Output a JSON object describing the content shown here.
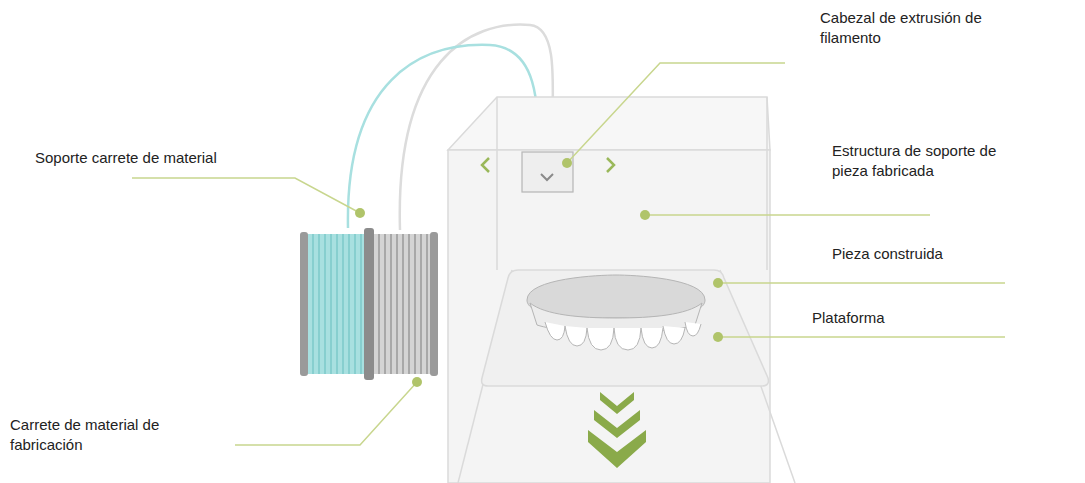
{
  "diagram": {
    "labels": [
      "Cabezal de extrusión de filamento",
      "Soporte carrete de material",
      "Estructura de soporte de pieza fabricada",
      "Pieza construida",
      "Plataforma",
      "Carrete de material de fabricación"
    ]
  }
}
